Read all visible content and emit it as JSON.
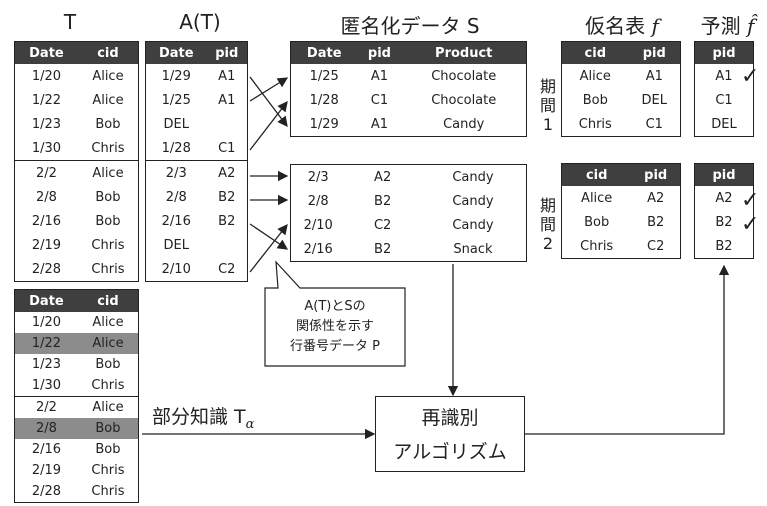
{
  "titles": {
    "t": "T",
    "at": "A(T)",
    "s": "匿名化データ S",
    "f": "仮名表 ",
    "f_sym": "f",
    "pred": "予測 ",
    "pred_sym": "f̂"
  },
  "table_t": {
    "headers": [
      "Date",
      "cid"
    ],
    "rows": [
      [
        "1/20",
        "Alice"
      ],
      [
        "1/22",
        "Alice"
      ],
      [
        "1/23",
        "Bob"
      ],
      [
        "1/30",
        "Chris"
      ],
      [
        "2/2",
        "Alice"
      ],
      [
        "2/8",
        "Bob"
      ],
      [
        "2/16",
        "Bob"
      ],
      [
        "2/19",
        "Chris"
      ],
      [
        "2/28",
        "Chris"
      ]
    ]
  },
  "table_at": {
    "headers": [
      "Date",
      "pid"
    ],
    "rows": [
      [
        "1/29",
        "A1"
      ],
      [
        "1/25",
        "A1"
      ],
      [
        "DEL",
        ""
      ],
      [
        "1/28",
        "C1"
      ],
      [
        "2/3",
        "A2"
      ],
      [
        "2/8",
        "B2"
      ],
      [
        "2/16",
        "B2"
      ],
      [
        "DEL",
        ""
      ],
      [
        "2/10",
        "C2"
      ]
    ]
  },
  "table_s1": {
    "headers": [
      "Date",
      "pid",
      "Product"
    ],
    "rows": [
      [
        "1/25",
        "A1",
        "Chocolate"
      ],
      [
        "1/28",
        "C1",
        "Chocolate"
      ],
      [
        "1/29",
        "A1",
        "Candy"
      ]
    ]
  },
  "table_s2": {
    "rows": [
      [
        "2/3",
        "A2",
        "Candy"
      ],
      [
        "2/8",
        "B2",
        "Candy"
      ],
      [
        "2/10",
        "C2",
        "Candy"
      ],
      [
        "2/16",
        "B2",
        "Snack"
      ]
    ]
  },
  "table_f1": {
    "headers": [
      "cid",
      "pid"
    ],
    "rows": [
      [
        "Alice",
        "A1"
      ],
      [
        "Bob",
        "DEL"
      ],
      [
        "Chris",
        "C1"
      ]
    ]
  },
  "table_f2": {
    "headers": [
      "cid",
      "pid"
    ],
    "rows": [
      [
        "Alice",
        "A2"
      ],
      [
        "Bob",
        "B2"
      ],
      [
        "Chris",
        "C2"
      ]
    ]
  },
  "table_p1": {
    "headers": [
      "pid"
    ],
    "rows": [
      [
        "A1"
      ],
      [
        "C1"
      ],
      [
        "DEL"
      ]
    ]
  },
  "table_p2": {
    "headers": [
      "pid"
    ],
    "rows": [
      [
        "A2"
      ],
      [
        "B2"
      ],
      [
        "B2"
      ]
    ]
  },
  "table_tk": {
    "headers": [
      "Date",
      "cid"
    ],
    "rows": [
      [
        "1/20",
        "Alice"
      ],
      [
        "1/22",
        "Alice"
      ],
      [
        "1/23",
        "Bob"
      ],
      [
        "1/30",
        "Chris"
      ],
      [
        "2/2",
        "Alice"
      ],
      [
        "2/8",
        "Bob"
      ],
      [
        "2/16",
        "Bob"
      ],
      [
        "2/19",
        "Chris"
      ],
      [
        "2/28",
        "Chris"
      ]
    ]
  },
  "period1": [
    "期",
    "間",
    "1"
  ],
  "period2": [
    "期",
    "間",
    "2"
  ],
  "callout": [
    "A(T)とSの",
    "関係性を示す",
    "行番号データ P"
  ],
  "knowledge": "部分知識 T",
  "knowledge_sub": "α",
  "algo": [
    "再識別",
    "アルゴリズム"
  ],
  "check_mark": "✓"
}
